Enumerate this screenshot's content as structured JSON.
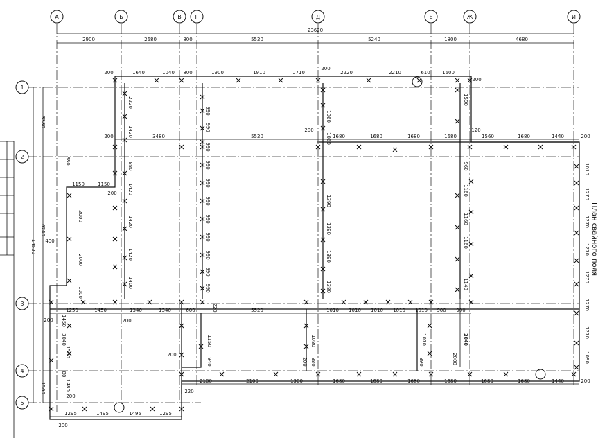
{
  "title": "План свайного поля",
  "axes_columns": [
    "А",
    "Б",
    "В",
    "Г",
    "Д",
    "Е",
    "Ж",
    "И"
  ],
  "axes_rows": [
    "1",
    "2",
    "3",
    "4",
    "5"
  ],
  "overall_dimension": "23620",
  "top_chain": [
    "2900",
    "2680",
    "800",
    "5520",
    "5240",
    "1800",
    "4680"
  ],
  "row1_chain": [
    "200",
    "1640",
    "1040",
    "800",
    "1900",
    "1910",
    "1710",
    "200",
    "2220",
    "2210",
    "610",
    "1600",
    "200"
  ],
  "row2_chain": [
    "200",
    "3480",
    "5520",
    "200",
    "1680",
    "1680",
    "1680",
    "1680",
    "120",
    "1560",
    "1680",
    "1440",
    "200"
  ],
  "row3_chain": [
    "1250",
    "1450",
    "1340",
    "1340",
    "600",
    "5520",
    "1010",
    "1010",
    "1010",
    "1010",
    "1010",
    "900",
    "900"
  ],
  "row4_chain": [
    "2100",
    "2100",
    "1900",
    "1680",
    "1680",
    "1680",
    "1680",
    "1680",
    "1680",
    "1440",
    "200"
  ],
  "row5_chain": [
    "1295",
    "1495",
    "1495",
    "1295"
  ],
  "left_chain": [
    "3380",
    "6740",
    "1450",
    "3040",
    "1560"
  ],
  "left_total": "14520",
  "colB_chain": [
    "2220",
    "1420",
    "880",
    "1420",
    "1420",
    "1420",
    "1400"
  ],
  "colG_chain": [
    "990",
    "990",
    "990",
    "990",
    "990",
    "990",
    "990",
    "990",
    "990",
    "990",
    "990"
  ],
  "colD_chain": [
    "1060",
    "1060",
    "1390",
    "1390",
    "1390",
    "1380"
  ],
  "colZh_chain": [
    "1590",
    "960",
    "1160",
    "1160",
    "1160",
    "1140",
    "3040"
  ],
  "colI_chain": [
    "1010",
    "1270",
    "1270",
    "1270",
    "1270",
    "1270",
    "1270",
    "1090"
  ],
  "misc_labels": [
    "1150",
    "1150",
    "2000",
    "2000",
    "400",
    "1000",
    "200",
    "200",
    "200",
    "220",
    "200",
    "2040",
    "1080",
    "200",
    "880",
    "1070",
    "890",
    "1150",
    "940",
    "2000",
    "1580",
    "880",
    "80",
    "1480",
    "200",
    "220",
    "200"
  ]
}
